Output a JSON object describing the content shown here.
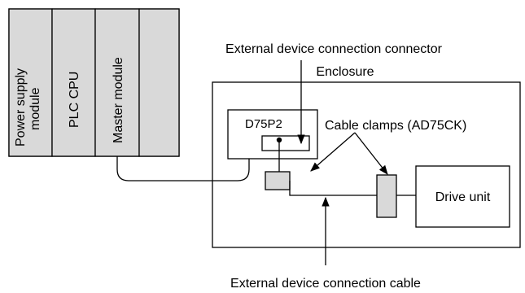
{
  "plc_rack": {
    "slots": [
      {
        "id": "power",
        "lines": [
          "Power supply",
          "module"
        ]
      },
      {
        "id": "cpu",
        "lines": [
          "PLC CPU"
        ]
      },
      {
        "id": "master",
        "lines": [
          "Master module"
        ]
      },
      {
        "id": "empty",
        "lines": []
      }
    ]
  },
  "enclosure": {
    "label": "Enclosure"
  },
  "d75p2": {
    "label": "D75P2"
  },
  "drive_unit": {
    "label": "Drive unit"
  },
  "callouts": {
    "connector": "External device connection connector",
    "cable_clamps": "Cable clamps (AD75CK)",
    "cable": "External device connection cable"
  },
  "colors": {
    "line": "#000000",
    "fill_white": "#ffffff",
    "fill_gray": "#d9d9d9"
  }
}
